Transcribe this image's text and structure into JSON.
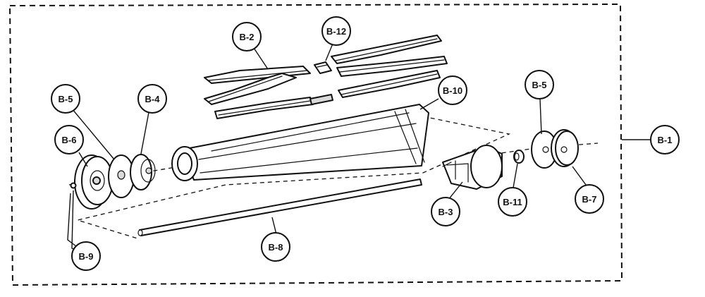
{
  "callouts": [
    {
      "id": "b1",
      "label": "B-1"
    },
    {
      "id": "b2",
      "label": "B-2"
    },
    {
      "id": "b12",
      "label": "B-12"
    },
    {
      "id": "b10",
      "label": "B-10"
    },
    {
      "id": "b5l",
      "label": "B-5"
    },
    {
      "id": "b4",
      "label": "B-4"
    },
    {
      "id": "b6",
      "label": "B-6"
    },
    {
      "id": "b5r",
      "label": "B-5"
    },
    {
      "id": "b3",
      "label": "B-3"
    },
    {
      "id": "b11",
      "label": "B-11"
    },
    {
      "id": "b7",
      "label": "B-7"
    },
    {
      "id": "b8",
      "label": "B-8"
    },
    {
      "id": "b9",
      "label": "B-9"
    }
  ]
}
